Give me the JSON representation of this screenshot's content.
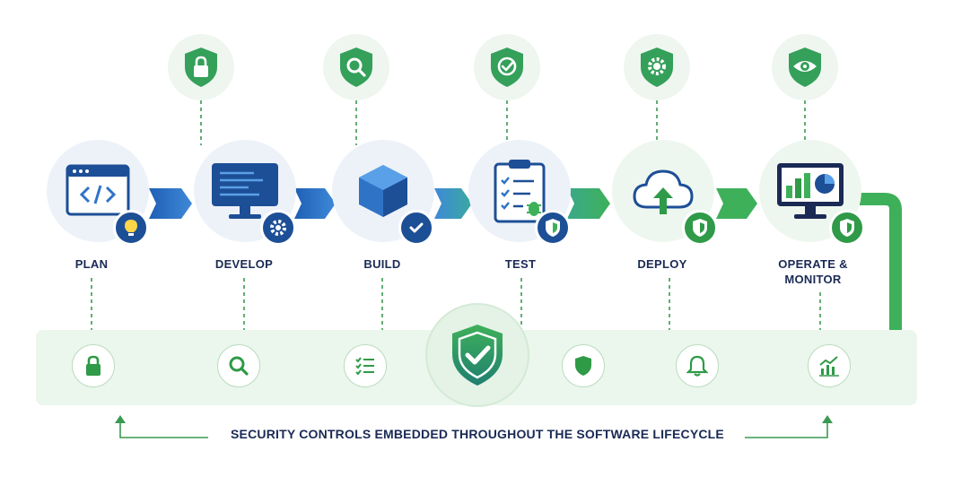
{
  "stages": [
    {
      "label": "PLAN"
    },
    {
      "label": "DEVELOP"
    },
    {
      "label": "BUILD"
    },
    {
      "label": "TEST"
    },
    {
      "label": "DEPLOY"
    },
    {
      "label": "OPERATE &\nMONITOR"
    }
  ],
  "footer": {
    "caption": "SECURITY CONTROLS EMBEDDED THROUGHOUT THE SOFTWARE LIFECYCLE"
  },
  "colors": {
    "navy": "#1d4f96",
    "brand_blue": "#2f73c7",
    "security_green": "#2f9a47",
    "light_green": "#ebf6ec",
    "text_dark": "#1a2a55"
  }
}
